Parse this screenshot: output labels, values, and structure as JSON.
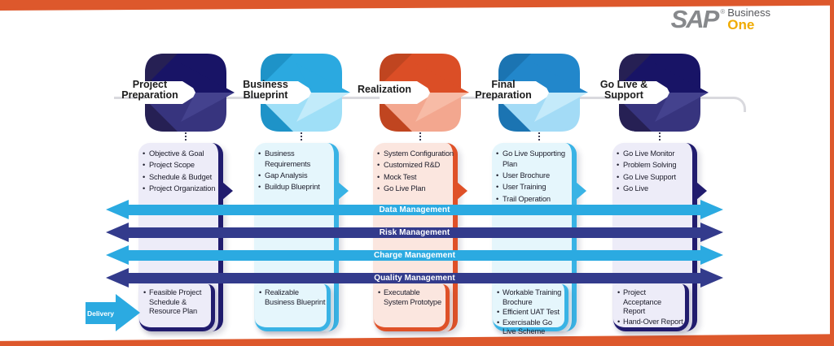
{
  "brand": {
    "sap": "SAP",
    "registered": "®",
    "business": "Business",
    "one": "One",
    "sap_color": "#87898c",
    "business_color": "#55565a",
    "one_color": "#F0AB00"
  },
  "frame": {
    "orange": "#DD582C"
  },
  "delivery": {
    "label": "Delivery",
    "color": "#2BAAE1"
  },
  "management_bars": [
    {
      "label": "Data Management",
      "color": "#2BAAE1"
    },
    {
      "label": "Risk Management",
      "color": "#333B8C"
    },
    {
      "label": "Charge Management",
      "color": "#2BAAE1"
    },
    {
      "label": "Quality Management",
      "color": "#333B8C"
    }
  ],
  "phases": [
    {
      "title": "Project Preparation",
      "activities": [
        "Objective & Goal",
        "Project Scope",
        "Schedule & Budget",
        "Project Organization"
      ],
      "deliverables": [
        "Feasible Project Schedule & Resource Plan"
      ],
      "colors": {
        "dark": "#181466",
        "wedge": "#262054",
        "base": "#37347E",
        "head": "#44428E",
        "accent": "#211C6E",
        "tint": "#EDECF8"
      }
    },
    {
      "title": "Business Blueprint",
      "activities": [
        "Business Requirements",
        "Gap Analysis",
        "Buildup Blueprint"
      ],
      "deliverables": [
        "Realizable Business Blueprint"
      ],
      "colors": {
        "dark": "#2BA9E0",
        "wedge": "#1E93C8",
        "base": "#9FDFF7",
        "head": "#C2EBFA",
        "accent": "#39B3E5",
        "tint": "#E5F6FC"
      }
    },
    {
      "title": "Realization",
      "activities": [
        "System Configuration",
        "Customized R&D",
        "Mock Test",
        "Go Live Plan"
      ],
      "deliverables": [
        "Executable System Prototype"
      ],
      "colors": {
        "dark": "#DB4E26",
        "wedge": "#C04520",
        "base": "#F3A78F",
        "head": "#F7BBA6",
        "accent": "#DF5128",
        "tint": "#FBE6DF"
      }
    },
    {
      "title": "Final Preparation",
      "activities": [
        "Go Live Supporting Plan",
        "User Brochure",
        "User Training",
        "Trail Operation"
      ],
      "deliverables": [
        "Workable Training Brochure",
        "Efficient UAT Test",
        "Exercisable Go Live Scheme"
      ],
      "colors": {
        "dark": "#2287CB",
        "wedge": "#1B74B2",
        "base": "#A3DBF6",
        "head": "#C4EAFA",
        "accent": "#39B3E5",
        "tint": "#E5F6FC"
      }
    },
    {
      "title": "Go Live & Support",
      "activities": [
        "Go Live Monitor",
        "Problem Solving",
        "Go Live Support",
        "Go Live"
      ],
      "deliverables": [
        "Project Acceptance Report",
        "Hand-Over Report"
      ],
      "colors": {
        "dark": "#181466",
        "wedge": "#262054",
        "base": "#37347E",
        "head": "#44428E",
        "accent": "#211C6E",
        "tint": "#EDECF8"
      }
    }
  ]
}
